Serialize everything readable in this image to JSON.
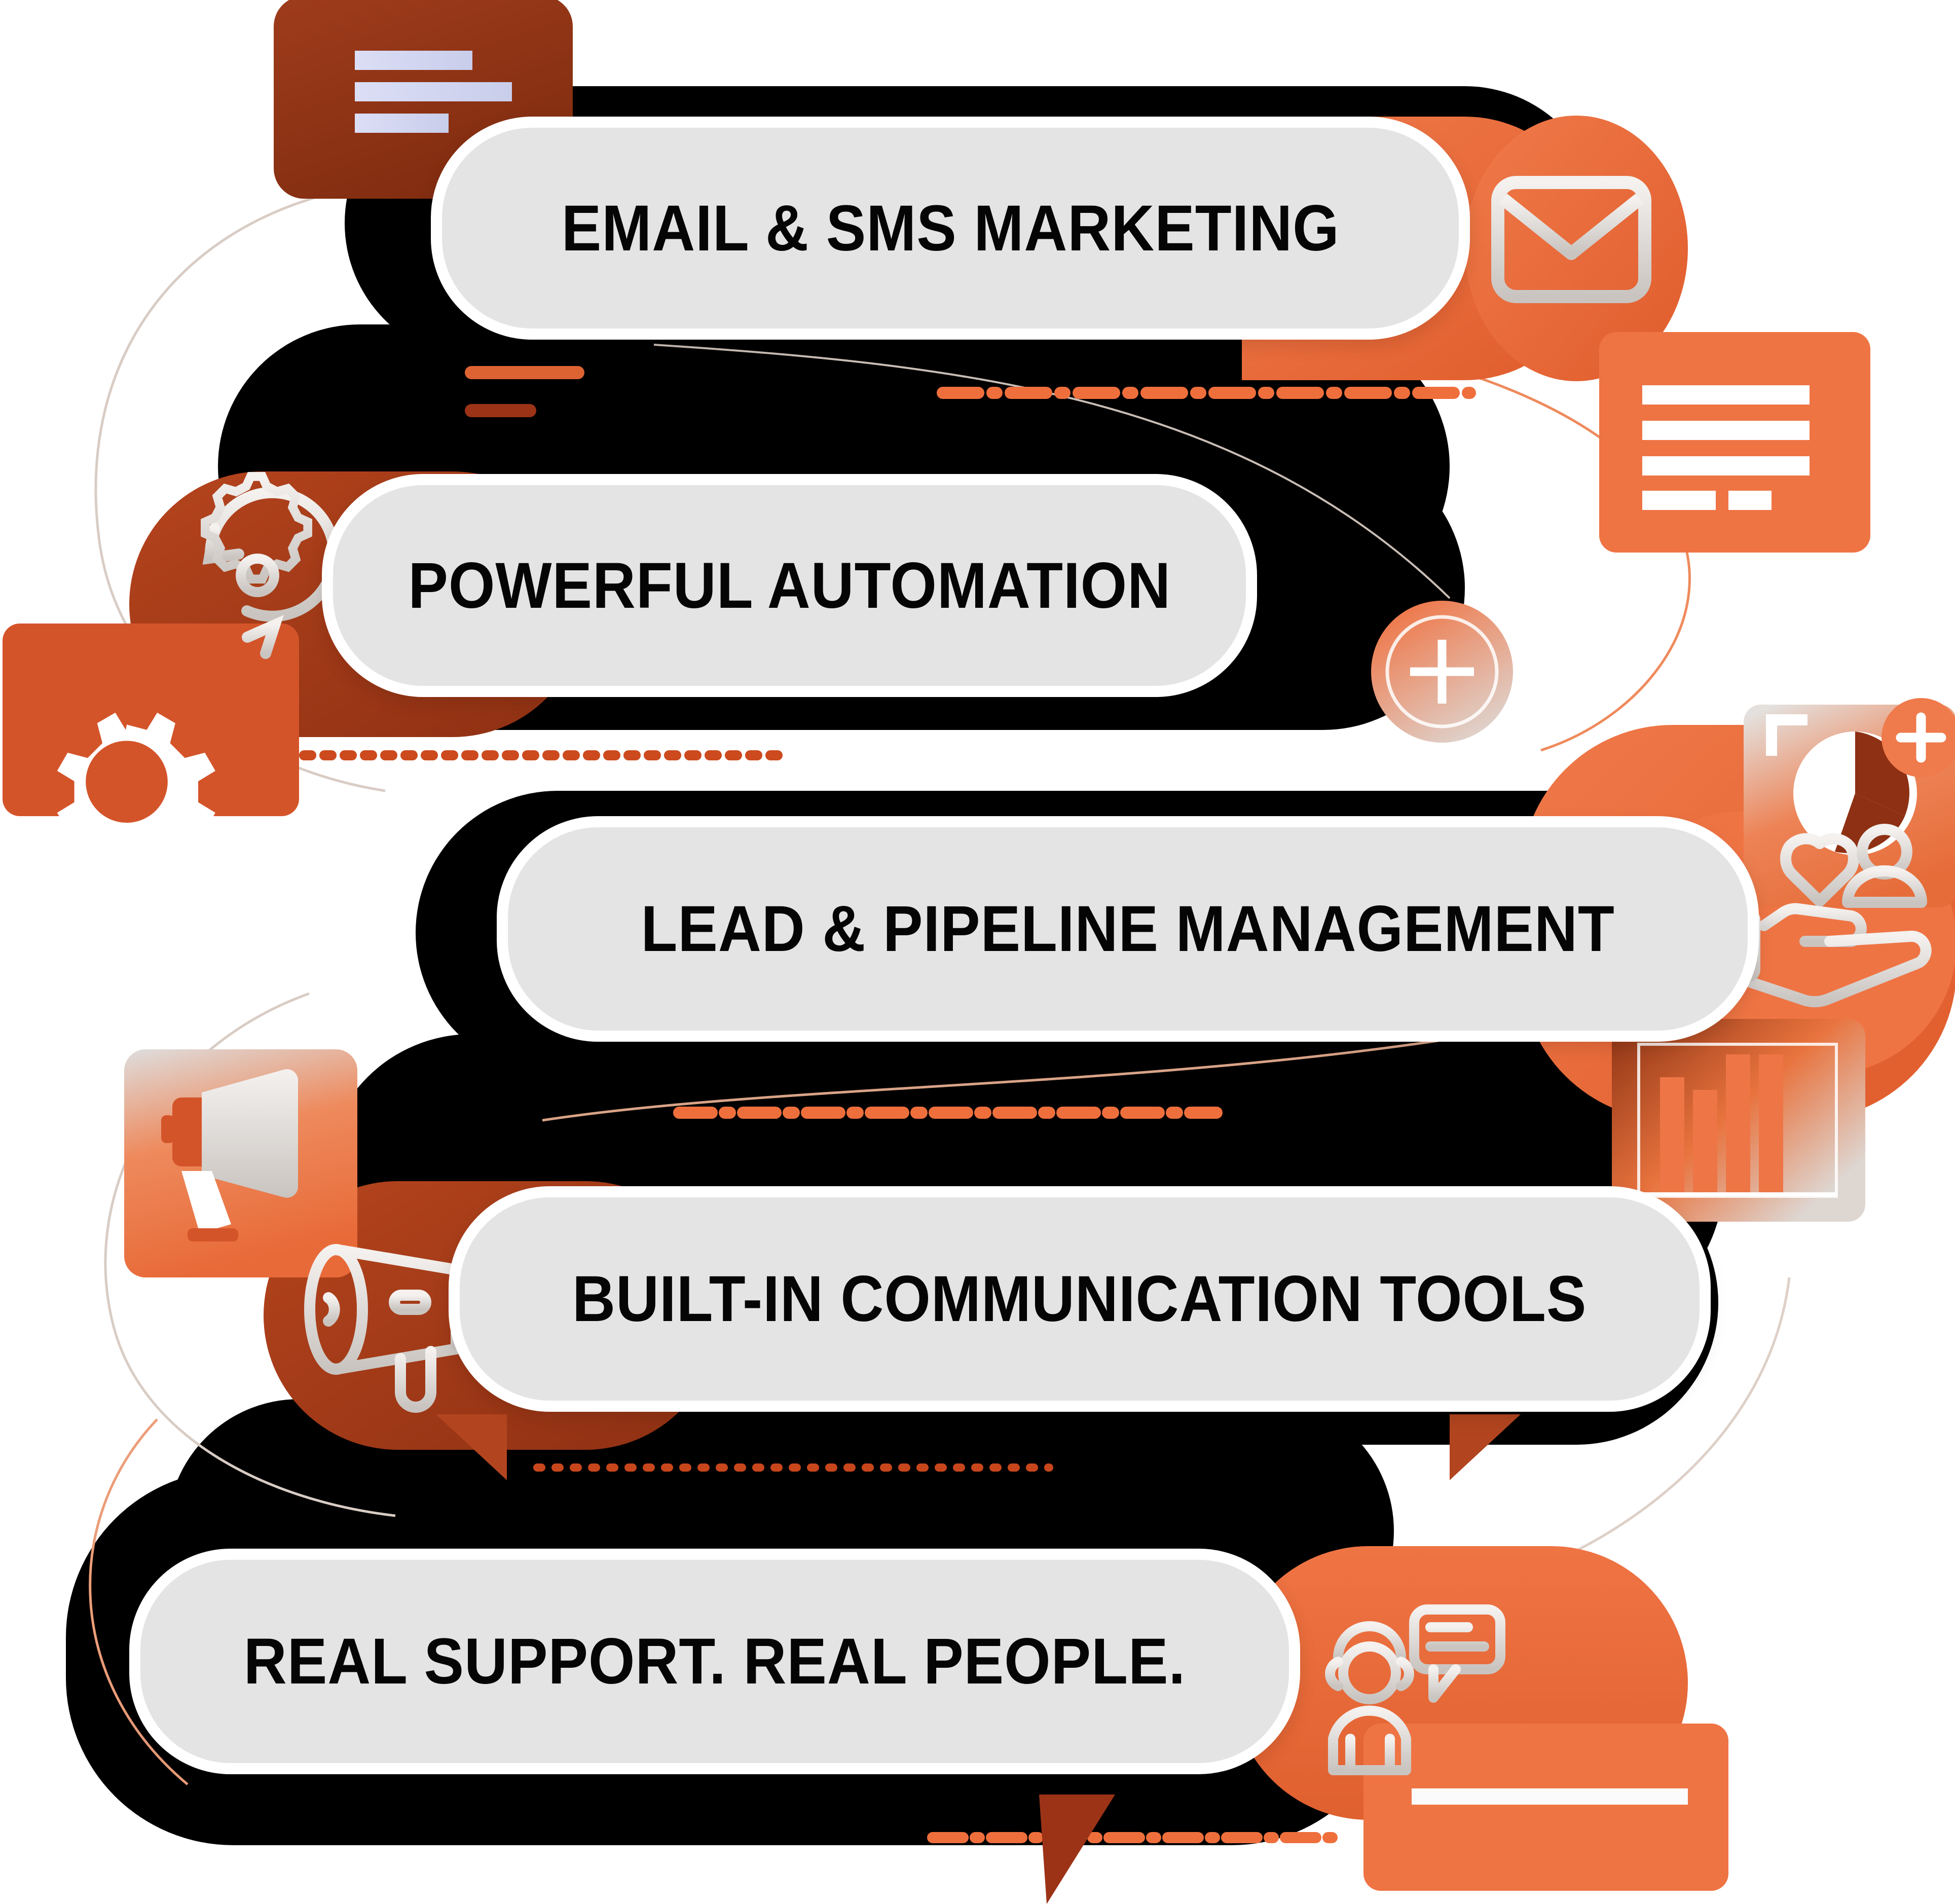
{
  "graphic": {
    "type": "feature-list-infographic",
    "background_color": "#ffffff",
    "accent_color": "#ef6f3c",
    "accent_dark_color": "#9c3317",
    "accent_mid_color": "#d4542a",
    "pill_fill_color": "#e4e4e4",
    "pill_border_color": "#ffffff",
    "blob_color": "#000000",
    "text_color": "#050505",
    "connector_color": "#ef6f3c",
    "thin_line_color": "#d9cdc5"
  },
  "features": [
    {
      "id": "email-sms-marketing",
      "label": "EMAIL & SMS MARKETING",
      "icon_left": "speech-bubble-lines-icon",
      "icon_right": "envelope-icon",
      "card_right": "document-lines-card-icon"
    },
    {
      "id": "powerful-automation",
      "label": "POWERFUL AUTOMATION",
      "icon_left": "gear-refresh-icon",
      "card_left": "gear-card-icon",
      "icon_right": "plus-circle-icon"
    },
    {
      "id": "lead-pipeline-management",
      "label": "LEAD & PIPELINE MANAGEMENT",
      "icon_right": "hand-heart-customer-icon",
      "card_right_top": "pie-chart-plus-card-icon",
      "card_right_bottom": "bar-chart-card-icon"
    },
    {
      "id": "built-in-communication-tools",
      "label": "BUILT-IN COMMUNICATION TOOLS",
      "icon_left": "megaphone-outline-icon",
      "card_left": "megaphone-card-icon"
    },
    {
      "id": "real-support-real-people",
      "label": "REAL SUPPORT. REAL PEOPLE.",
      "icon_right": "support-agent-chat-icon",
      "card_right": "single-line-card-icon"
    }
  ]
}
